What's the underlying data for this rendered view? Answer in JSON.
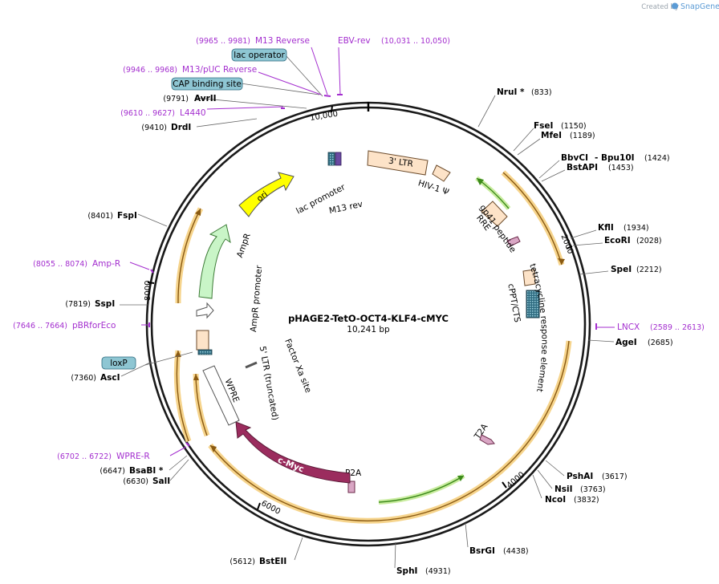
{
  "credit": {
    "prefix": "Created by",
    "brand": "SnapGene"
  },
  "plasmid": {
    "name": "pHAGE2-TetO-OCT4-KLF4-cMYC",
    "size": "10,241 bp"
  },
  "ticks": [
    "10,000",
    "2000",
    "4000",
    "6000",
    "8000"
  ],
  "sites": [
    {
      "name": "NruI *",
      "coord": "(833)"
    },
    {
      "name": "FseI",
      "coord": "(1150)"
    },
    {
      "name": "MfeI",
      "coord": "(1189)"
    },
    {
      "name": "BbvCI",
      "coord": ""
    },
    {
      "name": "- Bpu10I",
      "coord": "(1424)"
    },
    {
      "name": "BstAPI",
      "coord": "(1453)"
    },
    {
      "name": "KflI",
      "coord": "(1934)"
    },
    {
      "name": "EcoRI",
      "coord": "(2028)"
    },
    {
      "name": "SpeI",
      "coord": "(2212)"
    },
    {
      "name": "AgeI",
      "coord": "(2685)"
    },
    {
      "name": "PshAI",
      "coord": "(3617)"
    },
    {
      "name": "NsiI",
      "coord": "(3763)"
    },
    {
      "name": "NcoI",
      "coord": "(3832)"
    },
    {
      "name": "BsrGI",
      "coord": "(4438)"
    },
    {
      "name": "SphI",
      "coord": "(4931)"
    },
    {
      "name": "BstEII",
      "coord": "(5612)"
    },
    {
      "name": "SalI",
      "coord": "(6630)"
    },
    {
      "name": "BsaBI *",
      "coord": "(6647)"
    },
    {
      "name": "AscI",
      "coord": "(7360)"
    },
    {
      "name": "SspI",
      "coord": "(7819)"
    },
    {
      "name": "FspI",
      "coord": "(8401)"
    },
    {
      "name": "DrdI",
      "coord": "(9410)"
    },
    {
      "name": "AvrII",
      "coord": "(9791)"
    }
  ],
  "primers": [
    {
      "name": "M13 Reverse",
      "coord": "(9965 .. 9981)"
    },
    {
      "name": "EBV-rev",
      "coord": "(10,031 .. 10,050)"
    },
    {
      "name": "M13/pUC Reverse",
      "coord": "(9946 .. 9968)"
    },
    {
      "name": "L4440",
      "coord": "(9610 .. 9627)"
    },
    {
      "name": "LNCX",
      "coord": "(2589 .. 2613)"
    },
    {
      "name": "Amp-R",
      "coord": "(8055 .. 8074)"
    },
    {
      "name": "pBRforEco",
      "coord": "(7646 .. 7664)"
    },
    {
      "name": "WPRE-R",
      "coord": "(6702 .. 6722)"
    }
  ],
  "boxed": [
    "lac operator",
    "CAP binding site",
    "loxP"
  ],
  "features": [
    "3' LTR",
    "HIV-1 Ψ",
    "RRE",
    "gp41 peptide",
    "cPPT/CTS",
    "tetracycline response element",
    "T2A",
    "P2A",
    "c-Myc",
    "WPRE",
    "5' LTR (truncated)",
    "Factor Xa site",
    "AmpR promoter",
    "AmpR",
    "ori",
    "lac promoter",
    "M13 rev"
  ],
  "colors": {
    "backbone": "#1a1a1a",
    "primer": "#a42fcf",
    "orf_highlight": "#f6d48c",
    "ltr": "#fde3c8",
    "cmyc": "#9b2c5e",
    "ori": "#ffff00",
    "ampr": "#c9f5c7",
    "green_arrow": "#5dbb2e",
    "boxed_fill": "#8ec6d3"
  }
}
